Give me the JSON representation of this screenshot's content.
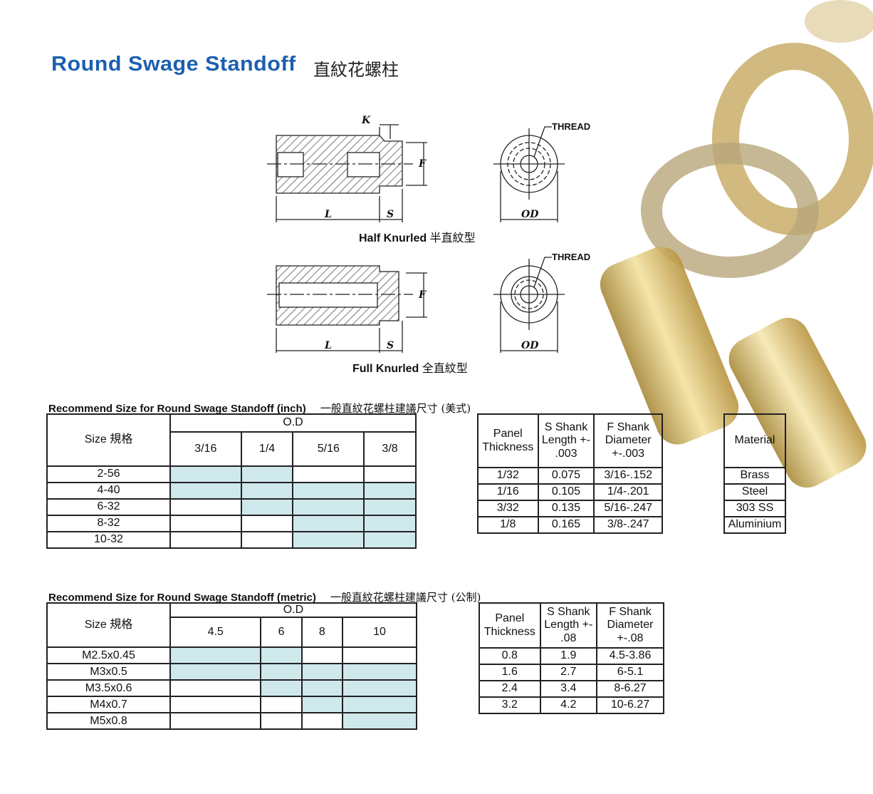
{
  "title": "Round Swage Standoff",
  "title_cn": "直紋花螺柱",
  "diagrams": {
    "half": {
      "caption": "Half Knurled",
      "caption_cn": "半直紋型"
    },
    "full": {
      "caption": "Full Knurled",
      "caption_cn": "全直紋型"
    },
    "labels": {
      "k": "K",
      "f": "F",
      "l": "L",
      "s": "S",
      "od": "OD",
      "thread": "THREAD"
    }
  },
  "inch": {
    "heading": "Recommend Size for Round Swage Standoff (inch)",
    "heading_cn": "一般直紋花螺柱建議尺寸 (美式)",
    "size_header": "Size 規格",
    "od_header": "O.D",
    "od": [
      "3/16",
      "1/4",
      "5/16",
      "3/8"
    ],
    "rows": [
      {
        "size": "2-56",
        "fit": [
          1,
          1,
          0,
          0
        ]
      },
      {
        "size": "4-40",
        "fit": [
          1,
          1,
          1,
          1
        ]
      },
      {
        "size": "6-32",
        "fit": [
          0,
          1,
          1,
          1
        ]
      },
      {
        "size": "8-32",
        "fit": [
          0,
          0,
          1,
          1
        ]
      },
      {
        "size": "10-32",
        "fit": [
          0,
          0,
          1,
          1
        ]
      }
    ],
    "spec_headers": [
      "Panel Thickness",
      "S  Shank Length  +- .003",
      "F  Shank Diameter +-.003"
    ],
    "spec_rows": [
      [
        "1/32",
        "0.075",
        "3/16-.152"
      ],
      [
        "1/16",
        "0.105",
        "1/4-.201"
      ],
      [
        "3/32",
        "0.135",
        "5/16-.247"
      ],
      [
        "1/8",
        "0.165",
        "3/8-.247"
      ]
    ],
    "material_header": "Material",
    "materials": [
      "Brass",
      "Steel",
      "303 SS",
      "Aluminium"
    ]
  },
  "metric": {
    "heading": "Recommend Size for Round Swage Standoff (metric)",
    "heading_cn": "一般直紋花螺柱建議尺寸 (公制)",
    "size_header": "Size 規格",
    "od_header": "O.D",
    "od": [
      "4.5",
      "6",
      "8",
      "10"
    ],
    "rows": [
      {
        "size": "M2.5x0.45",
        "fit": [
          1,
          1,
          0,
          0
        ]
      },
      {
        "size": "M3x0.5",
        "fit": [
          1,
          1,
          1,
          1
        ]
      },
      {
        "size": "M3.5x0.6",
        "fit": [
          0,
          1,
          1,
          1
        ]
      },
      {
        "size": "M4x0.7",
        "fit": [
          0,
          0,
          1,
          1
        ]
      },
      {
        "size": "M5x0.8",
        "fit": [
          0,
          0,
          0,
          1
        ]
      }
    ],
    "spec_headers": [
      "Panel Thickness",
      "S  Shank Length  +- .08",
      "F  Shank Diameter +-.08"
    ],
    "spec_rows": [
      [
        "0.8",
        "1.9",
        "4.5-3.86"
      ],
      [
        "1.6",
        "2.7",
        "6-5.1"
      ],
      [
        "2.4",
        "3.4",
        "8-6.27"
      ],
      [
        "3.2",
        "4.2",
        "10-6.27"
      ]
    ]
  },
  "colors": {
    "title": "#1b5fb0",
    "fill": "#cfe8ec"
  }
}
